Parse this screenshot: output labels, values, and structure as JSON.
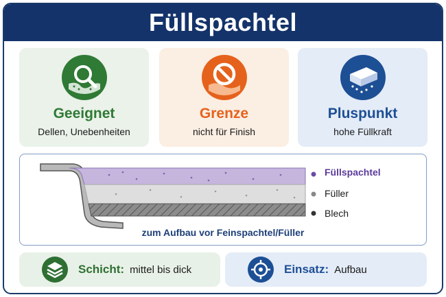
{
  "title": "Füllspachtel",
  "cards": [
    {
      "heading": "Geeignet",
      "sub": "Dellen, Unebenheiten",
      "icon": "magnifier-icon",
      "color": "#2f7a34"
    },
    {
      "heading": "Grenze",
      "sub": "nicht für Finish",
      "icon": "prohibited-icon",
      "color": "#e5621c"
    },
    {
      "heading": "Pluspunkt",
      "sub": "hohe Füllkraft",
      "icon": "filler-block-icon",
      "color": "#1d4f95"
    }
  ],
  "diagram": {
    "layers": [
      {
        "label": "Füllspachtel",
        "color": "#c6b5dd"
      },
      {
        "label": "Füller",
        "color": "#dcdcdc"
      },
      {
        "label": "Blech",
        "color": "#8c8c8c"
      }
    ],
    "caption": "zum Aufbau vor Feinspachtel/Füller"
  },
  "bottom": [
    {
      "label": "Schicht:",
      "value": "mittel bis dick",
      "icon": "layers-icon",
      "color": "#2f6f33"
    },
    {
      "label": "Einsatz:",
      "value": "Aufbau",
      "icon": "crosshair-icon",
      "color": "#1d4f95"
    }
  ]
}
